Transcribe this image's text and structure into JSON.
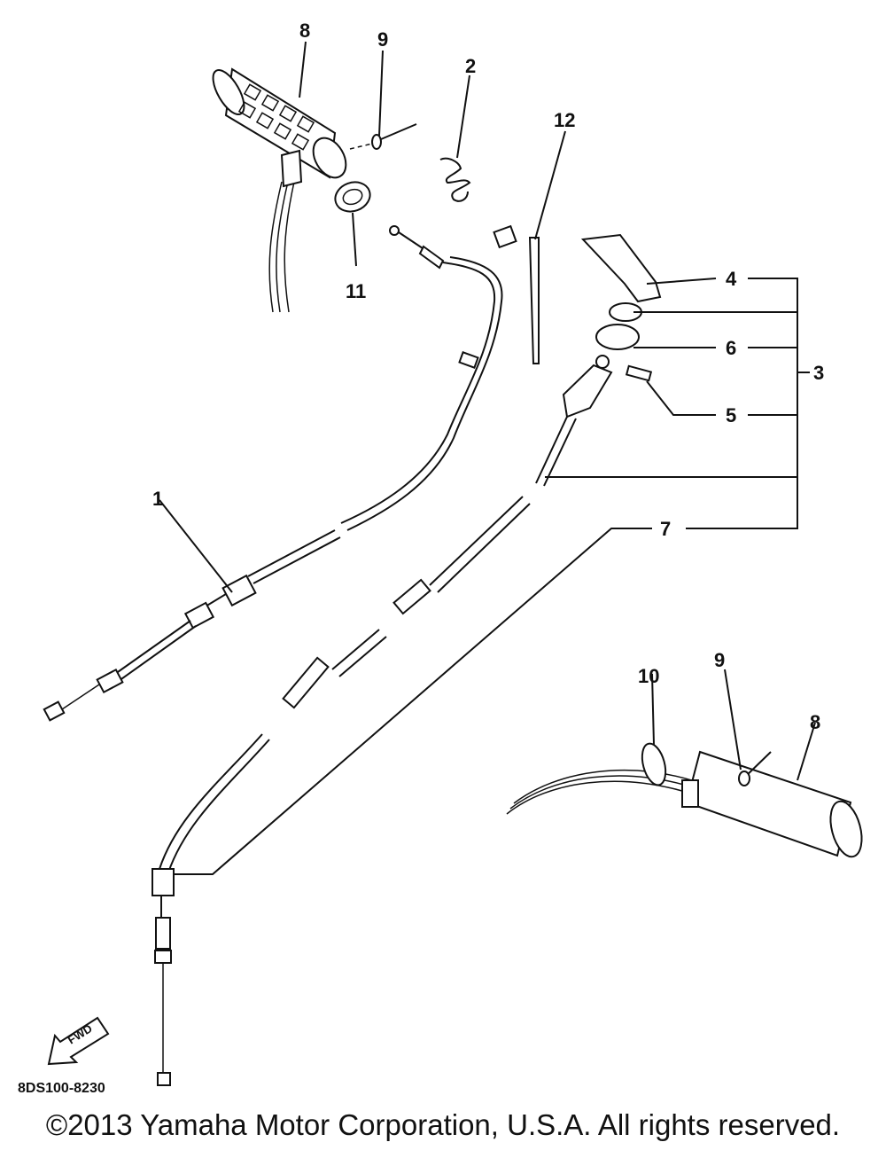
{
  "diagram": {
    "callouts": {
      "c1": "1",
      "c2": "2",
      "c3": "3",
      "c4": "4",
      "c5": "5",
      "c6": "6",
      "c7": "7",
      "c8_top": "8",
      "c8_bottom": "8",
      "c9_top": "9",
      "c9_bottom": "9",
      "c10": "10",
      "c11": "11",
      "c12": "12"
    },
    "direction_badge": "FWD",
    "drawing_code": "8DS100-8230"
  },
  "footer": {
    "copyright": "©2013 Yamaha Motor Corporation, U.S.A. All rights reserved."
  }
}
